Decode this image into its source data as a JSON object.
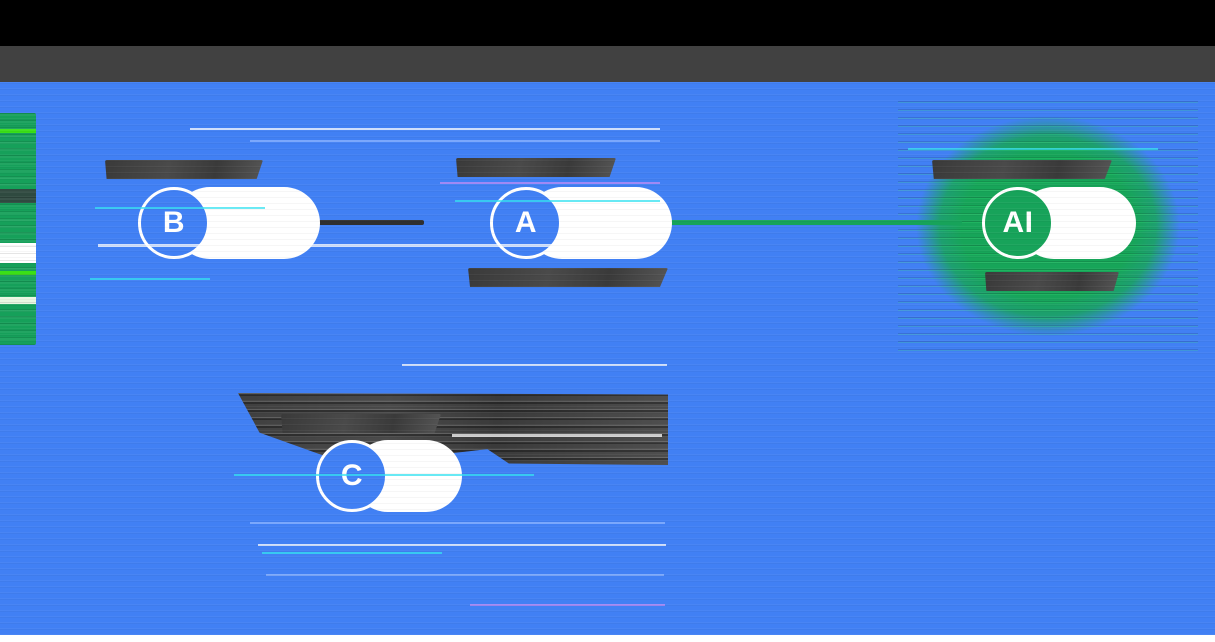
{
  "window": {
    "title_text": "untitled-42",
    "title_legible": false
  },
  "theme": {
    "canvas_blue": "#4180f4",
    "accent_green": "#17a35a",
    "node_blue": "#4180f4",
    "card_white": "#ffffff",
    "titlebar_gray": "#414141",
    "top_band_black": "#000000",
    "redaction_dark": "#3f3f3f"
  },
  "side_panel": {
    "name": "clipped-green-panel",
    "visible_fragment": true
  },
  "graph": {
    "nodes": [
      {
        "id": "b",
        "badge": "B",
        "badge_color": "#4180f4",
        "label": "████████ ███",
        "label_legible": false
      },
      {
        "id": "a",
        "badge": "A",
        "badge_color": "#4180f4",
        "label": "██████████ ███",
        "label_legible": false,
        "sublabel": "████████████",
        "sublabel_legible": false
      },
      {
        "id": "c",
        "badge": "C",
        "badge_color": "#4180f4",
        "label": "█████████",
        "label_legible": false
      },
      {
        "id": "ai",
        "badge": "AI",
        "badge_color": "#17a35a",
        "label": "██████████",
        "label_legible": false,
        "sublabel": "████",
        "sublabel_legible": false
      }
    ],
    "edges": [
      {
        "id": "b-a",
        "from": "b",
        "to": "a",
        "color": "#2f2f2f"
      },
      {
        "id": "a-ai",
        "from": "a",
        "to": "ai",
        "color": "#17a35a"
      }
    ],
    "annotation_blob": {
      "text": "██████████████████████",
      "legible": false
    }
  }
}
